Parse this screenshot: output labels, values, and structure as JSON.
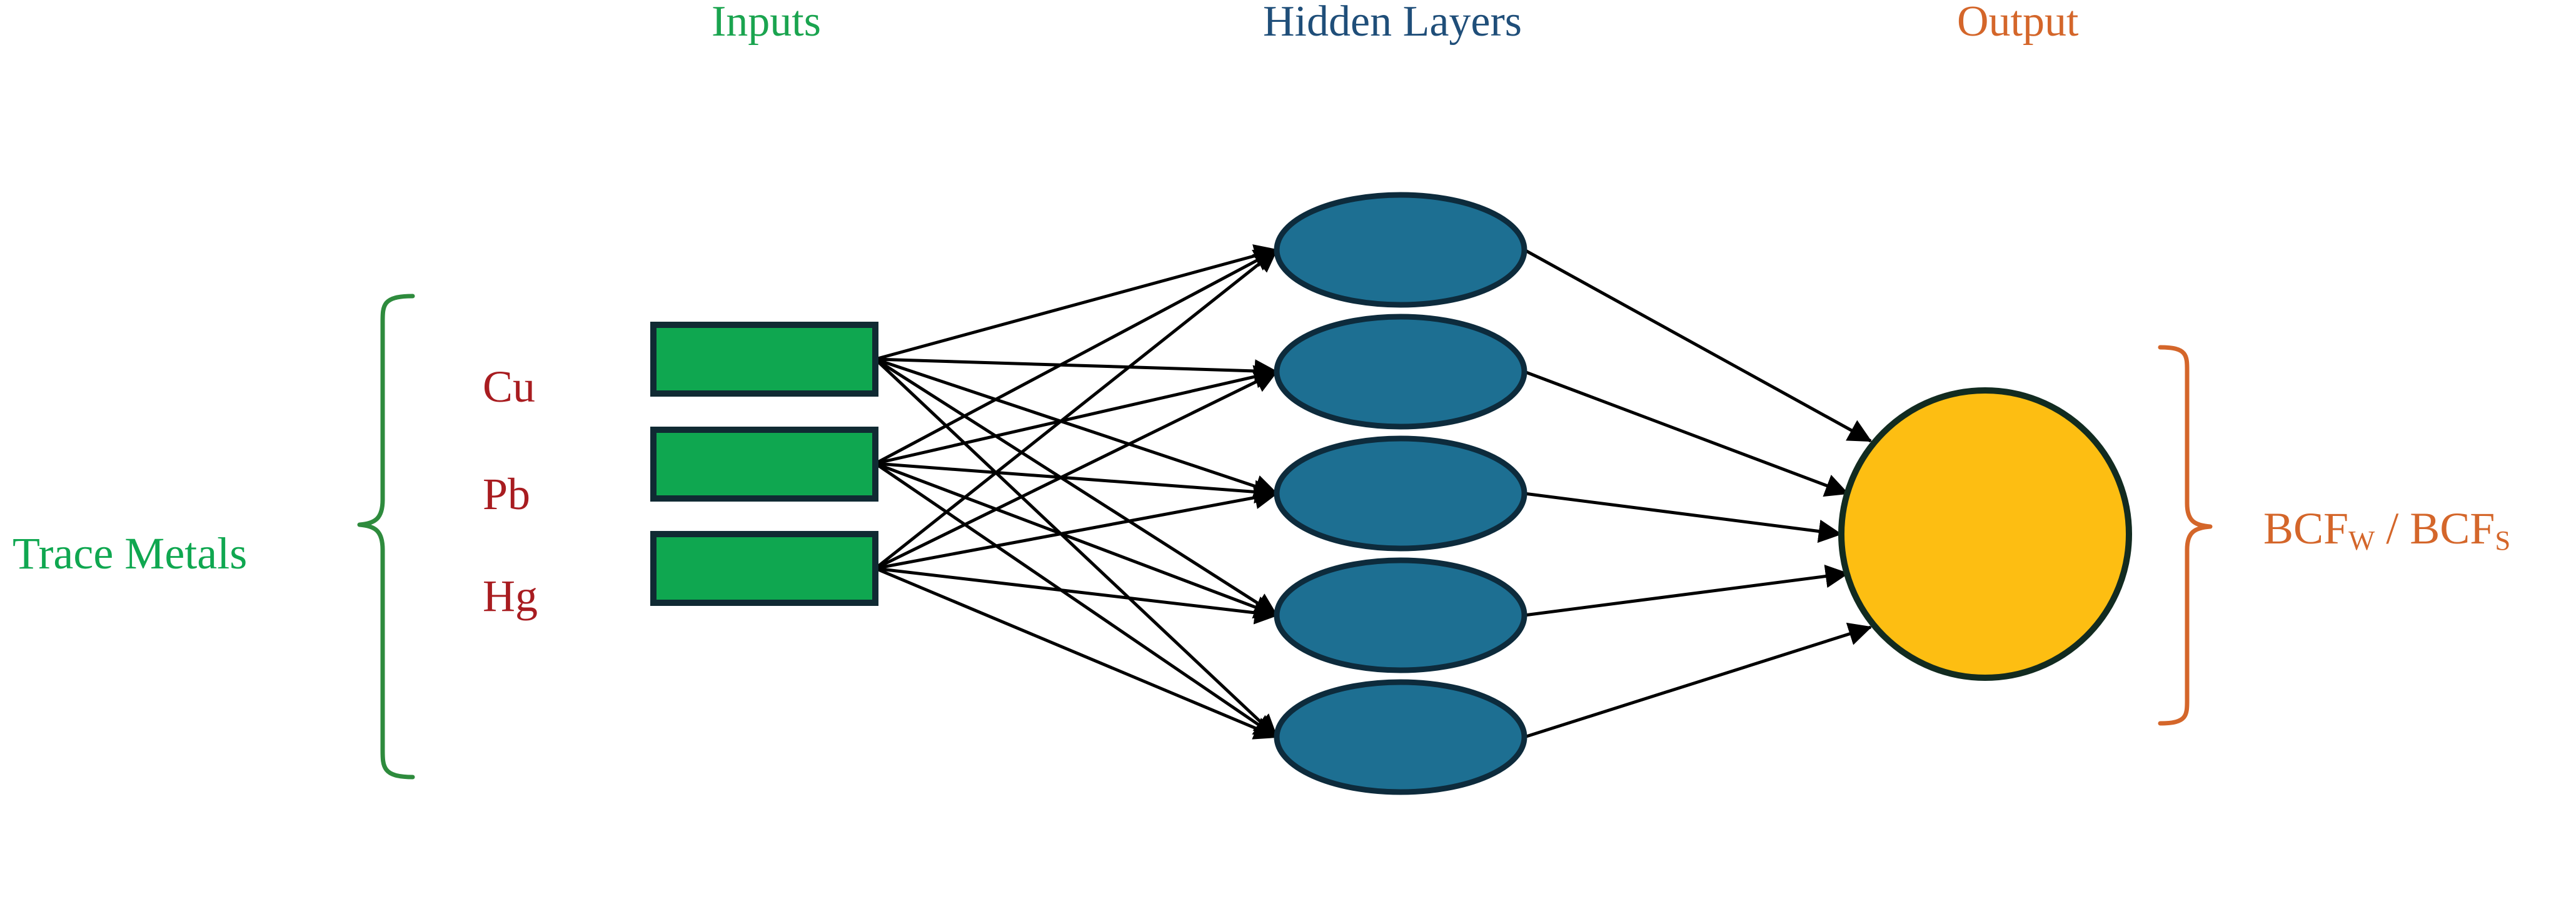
{
  "diagram": {
    "title": "Artificial Neural Network architecture for trace metal bioconcentration factor prediction",
    "background_color": "#ffffff",
    "headers": {
      "inputs": "Inputs",
      "hidden": "Hidden Layers",
      "output": "Output"
    },
    "colors": {
      "inputs_header": "#1aa44f",
      "hidden_header": "#1f4e79",
      "output_header": "#d4662a",
      "input_box_fill": "#0fa750",
      "input_box_stroke": "#102a33",
      "hidden_node_fill": "#1d6f92",
      "hidden_node_stroke": "#0d2b3c",
      "output_node_fill": "#fdbe12",
      "output_node_stroke": "#122b20",
      "edge": "#000000",
      "left_brace": "#2e8b3d",
      "right_brace": "#d4662a",
      "input_label_text": "#a81c20",
      "group_label_text": "#0fa750",
      "output_label_text": "#d4662a"
    },
    "input_group": {
      "label": "Trace Metals",
      "brace": "left-curly-brace"
    },
    "inputs": [
      {
        "label": "Cu",
        "name": "copper"
      },
      {
        "label": "Pb",
        "name": "lead"
      },
      {
        "label": "Hg",
        "name": "mercury"
      }
    ],
    "hidden_layer": {
      "node_count": 5,
      "node_shape": "ellipse",
      "nodes": [
        {
          "index": 1
        },
        {
          "index": 2
        },
        {
          "index": 3
        },
        {
          "index": 4
        },
        {
          "index": 5
        }
      ]
    },
    "output_node": {
      "shape": "circle"
    },
    "output_group": {
      "label_main_1": "BCF",
      "label_sub_1": "W",
      "label_sep": " / ",
      "label_main_2": "BCF",
      "label_sub_2": "S",
      "brace": "right-curly-brace"
    },
    "connections": {
      "input_to_hidden": "fully-connected",
      "input_to_hidden_count": 15,
      "hidden_to_output": "fully-connected",
      "hidden_to_output_count": 5,
      "arrowheads": true
    }
  }
}
